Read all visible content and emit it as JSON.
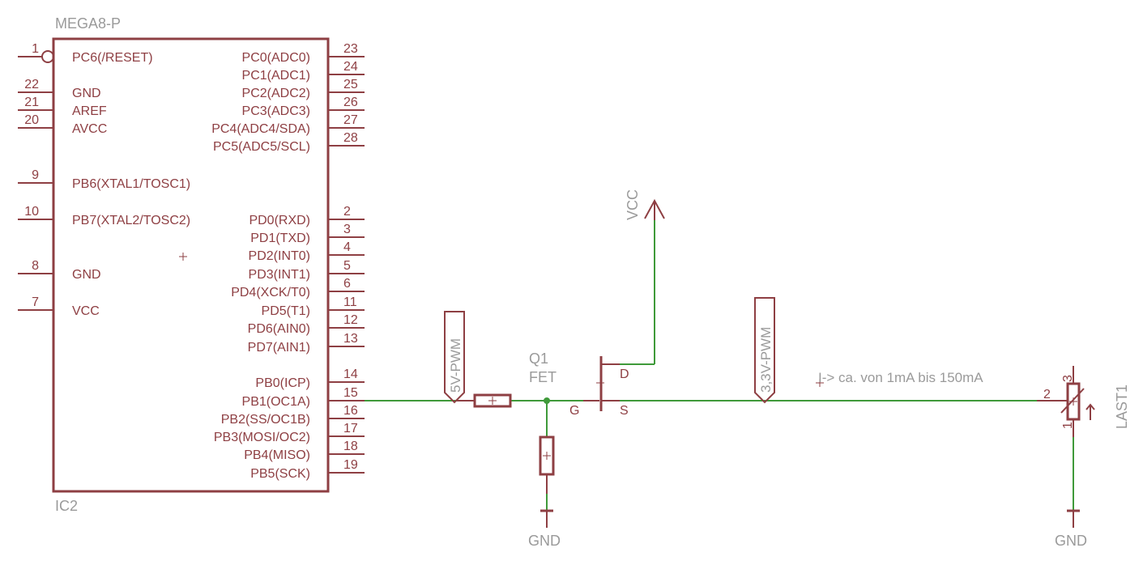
{
  "colors": {
    "symbol": "#8e3f43",
    "wire": "#3f9a3a",
    "name_text": "#9a9a9a",
    "background": "#ffffff"
  },
  "ic": {
    "part": "MEGA8-P",
    "ref": "IC2",
    "left_pins": [
      {
        "num": "1",
        "label": "PC6(/RESET)"
      },
      {
        "num": "22",
        "label": "GND"
      },
      {
        "num": "21",
        "label": "AREF"
      },
      {
        "num": "20",
        "label": "AVCC"
      },
      {
        "num": "9",
        "label": "PB6(XTAL1/TOSC1)"
      },
      {
        "num": "10",
        "label": "PB7(XTAL2/TOSC2)"
      },
      {
        "num": "8",
        "label": "GND"
      },
      {
        "num": "7",
        "label": "VCC"
      }
    ],
    "right_pins": [
      {
        "num": "23",
        "label": "PC0(ADC0)"
      },
      {
        "num": "24",
        "label": "PC1(ADC1)"
      },
      {
        "num": "25",
        "label": "PC2(ADC2)"
      },
      {
        "num": "26",
        "label": "PC3(ADC3)"
      },
      {
        "num": "27",
        "label": "PC4(ADC4/SDA)"
      },
      {
        "num": "28",
        "label": "PC5(ADC5/SCL)"
      },
      {
        "num": "2",
        "label": "PD0(RXD)"
      },
      {
        "num": "3",
        "label": "PD1(TXD)"
      },
      {
        "num": "4",
        "label": "PD2(INT0)"
      },
      {
        "num": "5",
        "label": "PD3(INT1)"
      },
      {
        "num": "6",
        "label": "PD4(XCK/T0)"
      },
      {
        "num": "11",
        "label": "PD5(T1)"
      },
      {
        "num": "12",
        "label": "PD6(AIN0)"
      },
      {
        "num": "13",
        "label": "PD7(AIN1)"
      },
      {
        "num": "14",
        "label": "PB0(ICP)"
      },
      {
        "num": "15",
        "label": "PB1(OC1A)"
      },
      {
        "num": "16",
        "label": "PB2(SS/OC1B)"
      },
      {
        "num": "17",
        "label": "PB3(MOSI/OC2)"
      },
      {
        "num": "18",
        "label": "PB4(MISO)"
      },
      {
        "num": "19",
        "label": "PB5(SCK)"
      }
    ]
  },
  "net_labels": {
    "pwm5": "5V-PWM",
    "pwm33": "3,3V-PWM"
  },
  "fet": {
    "ref": "Q1",
    "value": "FET",
    "pin_d": "D",
    "pin_g": "G",
    "pin_s": "S"
  },
  "supplies": {
    "vcc": "VCC",
    "gnd_left": "GND",
    "gnd_right": "GND"
  },
  "load": {
    "ref": "LAST1",
    "pin1": "1",
    "pin2": "2",
    "pin3": "3"
  },
  "note": "I-> ca. von 1mA bis 150mA"
}
